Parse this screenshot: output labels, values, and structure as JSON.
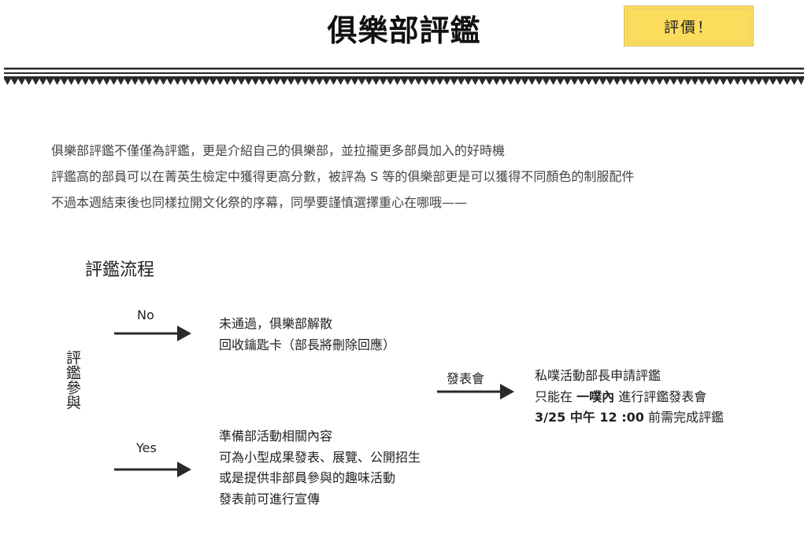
{
  "header": {
    "title": "俱樂部評鑑",
    "rate_button_label": "評價！"
  },
  "intro": {
    "lines": [
      "俱樂部評鑑不僅僅為評鑑，更是介紹自己的俱樂部，並拉攏更多部員加入的好時機",
      "評鑑高的部員可以在菁英生檢定中獲得更高分數，被評為 S 等的俱樂部更是可以獲得不同顏色的制服配件",
      "不過本週結束後也同樣拉開文化祭的序幕，同學要謹慎選擇重心在哪哦——"
    ]
  },
  "flow": {
    "title": "評鑑流程",
    "start_label": "評鑑參與",
    "no_branch": {
      "label": "No",
      "lines": [
        "未通過，俱樂部解散",
        "回收鑰匙卡（部長將刪除回應）"
      ]
    },
    "yes_branch": {
      "label": "Yes",
      "lines": [
        "準備部活動相關內容",
        "可為小型成果發表、展覽、公開招生",
        "或是提供非部員參與的趣味活動",
        "發表前可進行宣傳"
      ]
    },
    "present": {
      "label": "發表會",
      "line1": "私噗活動部長申請評鑑",
      "line2_prefix": "只能在 ",
      "line2_bold": "一噗內",
      "line2_suffix": " 進行評鑑發表會",
      "line3_bold": "3/25 中午 12 :00",
      "line3_suffix": " 前需完成評鑑"
    }
  }
}
